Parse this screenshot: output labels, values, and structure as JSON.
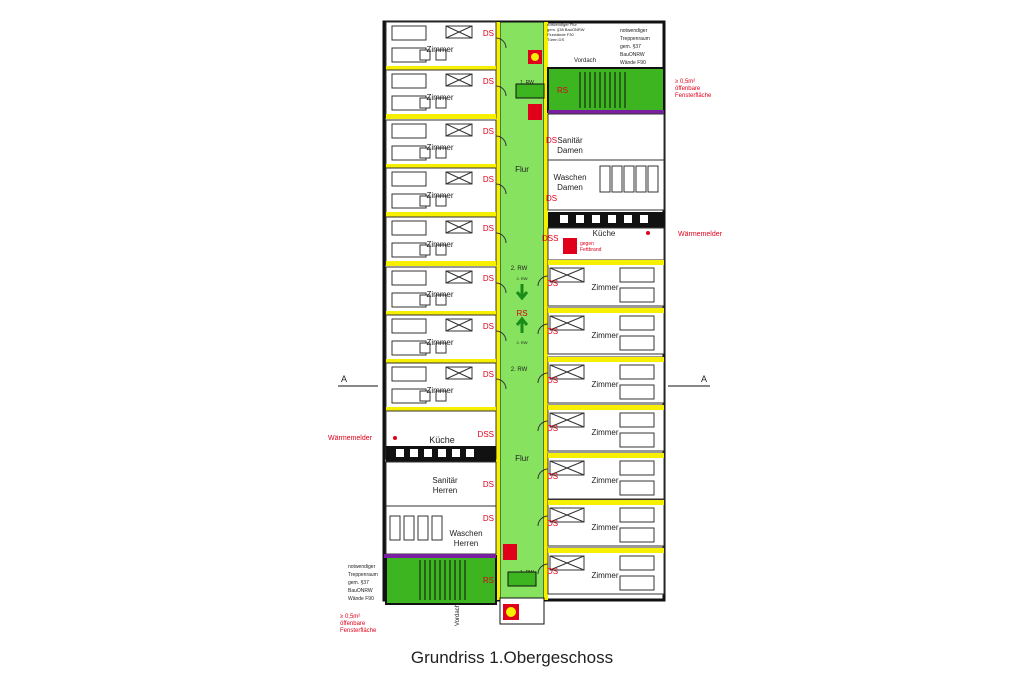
{
  "caption": "Grundriss 1.Obergeschoss",
  "room_label": "Zimmer",
  "ds": "DS",
  "dss": "DSS",
  "rs": "RS",
  "flur": "Flur",
  "kueche": "Küche",
  "sanitaer_damen": [
    "Sanitär",
    "Damen"
  ],
  "waschen_damen": [
    "Waschen",
    "Damen"
  ],
  "sanitaer_herren": [
    "Sanitär",
    "Herren"
  ],
  "waschen_herren": [
    "Waschen",
    "Herren"
  ],
  "waermemelder": "Wärmemelder",
  "section_mark": "A",
  "vordach": "Vordach",
  "rw1": "1. RW",
  "rw2": "2. RW",
  "rw_small": "2. RW",
  "window_note": [
    "≥ 0,5m²",
    "öffenbare",
    "Fensterfläche"
  ],
  "stair_note_top": [
    "notwendiger",
    "Treppenraum",
    "gem. §37",
    "BauONRW",
    "Wände F90"
  ],
  "stair_note_bottom": [
    "notwendiger",
    "Treppenraum",
    "gem. §37",
    "BauONRW",
    "Wände F90"
  ],
  "flur_note": [
    "notwendiger Flur",
    "gem. §38 BauONRW",
    "Flurwände F30",
    "Türen DS"
  ],
  "fire_label": [
    "gegen",
    "Fettbrand"
  ],
  "colors": {
    "corridor": "#86e25f",
    "stair": "#3cb521",
    "yellow": "#f7ef00",
    "purple": "#7a1fa2",
    "red": "#e0001a",
    "green_arrow": "#1a8c1a"
  }
}
